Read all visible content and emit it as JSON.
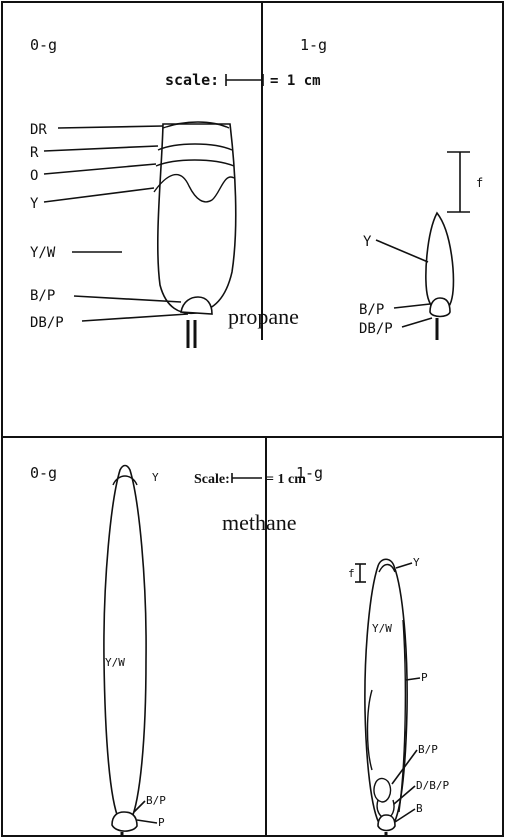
{
  "panels": {
    "top_left": {
      "gravity": "0-g"
    },
    "top_right": {
      "gravity": "1-g"
    },
    "bottom_left": {
      "gravity": "0-g"
    },
    "bottom_right": {
      "gravity": "1-g"
    }
  },
  "scales": {
    "propane": {
      "prefix": "scale:",
      "value": "= 1 cm"
    },
    "methane": {
      "prefix": "Scale:",
      "value": "= 1 cm"
    }
  },
  "fuels": {
    "propane": "propane",
    "methane": "methane"
  },
  "labels": {
    "propane_0g": [
      "DR",
      "R",
      "O",
      "Y",
      "Y/W",
      "B/P",
      "DB/P"
    ],
    "propane_1g": [
      "f",
      "Y",
      "B/P",
      "DB/P"
    ],
    "methane_0g": [
      "Y",
      "Y/W",
      "B/P",
      "P"
    ],
    "methane_1g": [
      "f",
      "Y",
      "Y/W",
      "P",
      "B/P",
      "D/B/P",
      "B"
    ]
  }
}
